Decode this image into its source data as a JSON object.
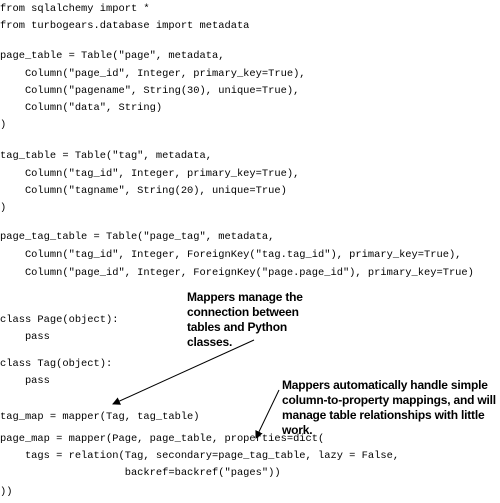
{
  "code": {
    "lines": [
      "from sqlalchemy import *",
      "from turbogears.database import metadata",
      "",
      "page_table = Table(\"page\", metadata,",
      "    Column(\"page_id\", Integer, primary_key=True),",
      "    Column(\"pagename\", String(30), unique=True),",
      "    Column(\"data\", String)",
      ")",
      "",
      "tag_table = Table(\"tag\", metadata,",
      "    Column(\"tag_id\", Integer, primary_key=True),",
      "    Column(\"tagname\", String(20), unique=True)",
      ")",
      "",
      "",
      "page_tag_table = Table(\"page_tag\", metadata,",
      "    Column(\"tag_id\", Integer, ForeignKey(\"tag.tag_id\"), primary_key=True),",
      "    Column(\"page_id\", Integer, ForeignKey(\"page.page_id\"), primary_key=True)",
      "",
      "class Page(object):",
      "    pass",
      "",
      "class Tag(object):",
      "    pass",
      "",
      "tag_map = mapper(Tag, tag_table)",
      "",
      "page_map = mapper(Page, page_table, properties=dict(",
      "    tags = relation(Tag, secondary=page_tag_table, lazy = False,",
      "                    backref=backref(\"pages\"))",
      "))"
    ]
  },
  "annotations": {
    "mappers_manage": "Mappers manage the connection between tables and Python classes.",
    "mappers_automatically": "Mappers automatically handle simple column-to-property mappings, and will manage table relationships with little work."
  }
}
